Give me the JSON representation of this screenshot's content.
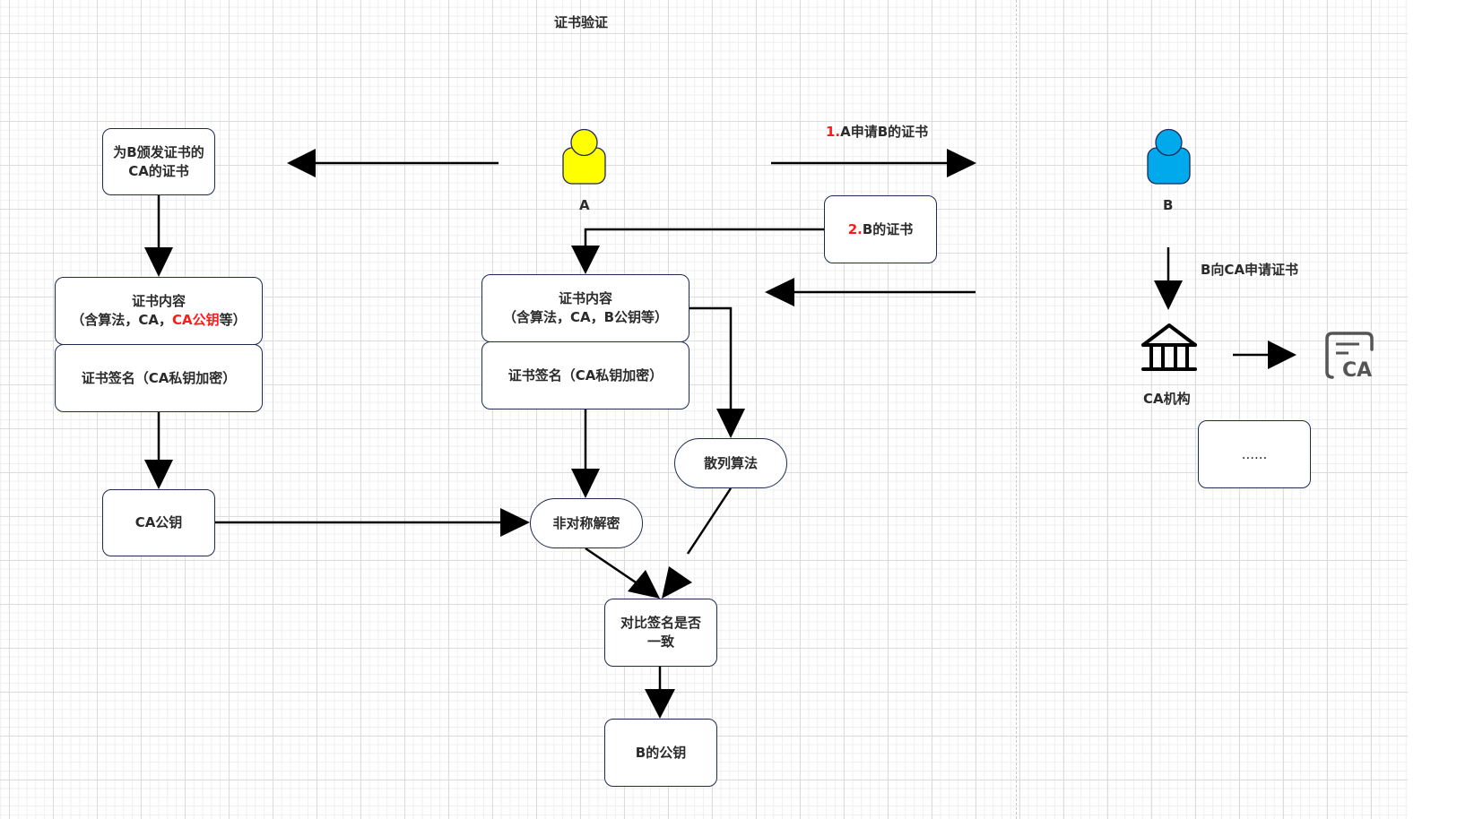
{
  "title": "证书验证",
  "colors": {
    "actor_a": "#ffff00",
    "actor_b": "#00a8ec",
    "highlight": "#ff1a1a",
    "node_border": "#1f2a52",
    "arrow": "#000000"
  },
  "actors": {
    "a": {
      "label": "A",
      "icon": "user-icon"
    },
    "b": {
      "label": "B",
      "icon": "user-icon"
    },
    "ca": {
      "label": "CA机构",
      "icon": "bank-institution-icon"
    },
    "ca_cert_icon": {
      "icon": "ca-certificate-icon",
      "text": "CA"
    }
  },
  "edge_labels": {
    "request": {
      "num": "1.",
      "text": "A申请B的证书"
    },
    "b_to_ca": "B向CA申请证书"
  },
  "nodes": {
    "issuer_cert": {
      "line1": "为B颁发证书的",
      "line2": "CA的证书"
    },
    "left_content": {
      "line1": "证书内容",
      "line2_prefix": "（含算法，CA，",
      "line2_highlight": "CA公钥",
      "line2_suffix": "等）"
    },
    "left_signature": "证书签名（CA私钥加密）",
    "ca_public_key": "CA公钥",
    "b_cert": {
      "num": "2.",
      "text": "B的证书"
    },
    "mid_content": {
      "line1": "证书内容",
      "line2": "（含算法，CA，B公钥等）"
    },
    "mid_signature": "证书签名（CA私钥加密）",
    "hash_algo": "散列算法",
    "asym_decrypt": "非对称解密",
    "compare": {
      "line1": "对比签名是否",
      "line2": "一致"
    },
    "b_public_key": "B的公钥",
    "ellipsis": "......"
  }
}
